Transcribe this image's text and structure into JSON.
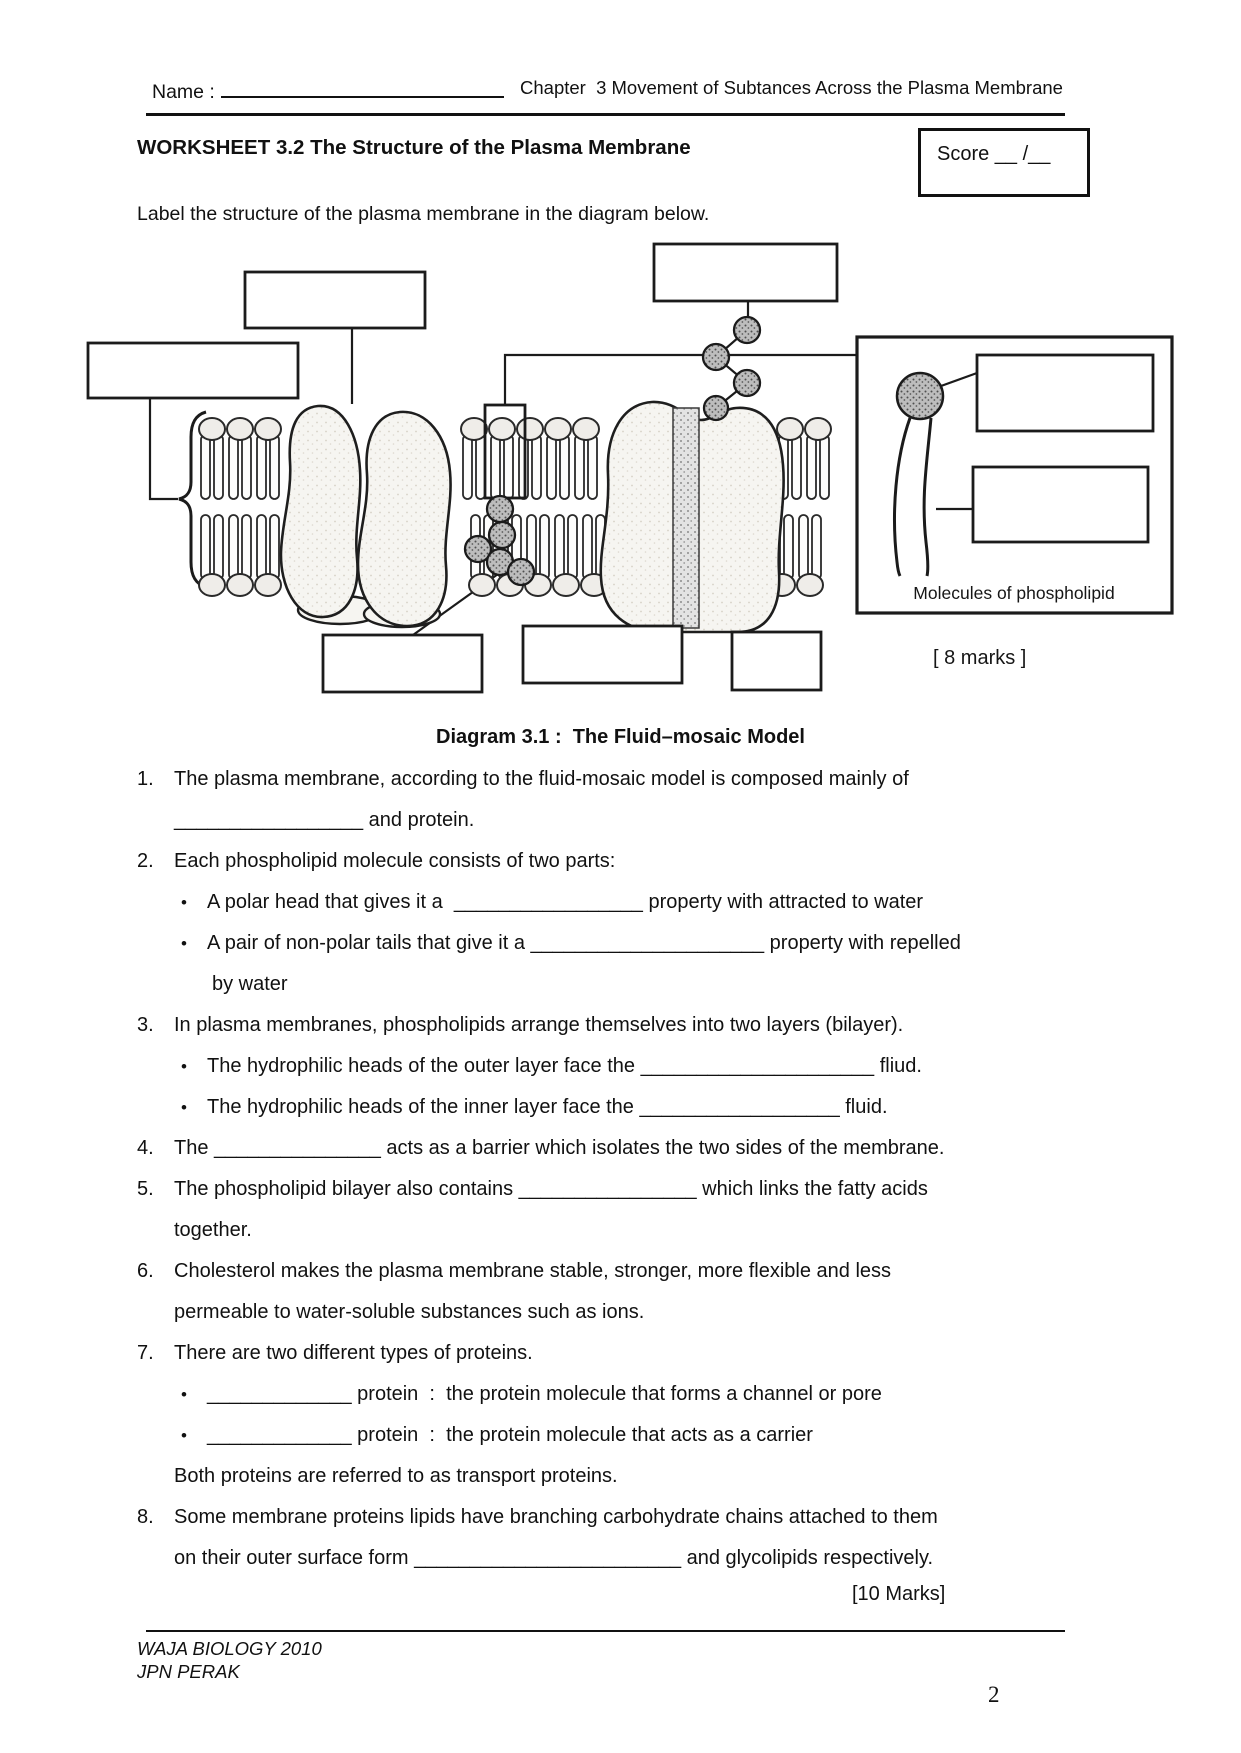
{
  "header": {
    "name_label": "Name :",
    "chapter": "Chapter  3 Movement of Subtances Across the Plasma Membrane"
  },
  "title": "WORKSHEET 3.2 The Structure of the Plasma Membrane",
  "score": {
    "label": "Score __ /__"
  },
  "instruction": "Label the structure of the plasma membrane in the diagram below.",
  "diagram": {
    "caption": "Diagram 3.1 :  The Fluid–mosaic Model",
    "panel_caption": "Molecules of phospholipid",
    "marks": "[ 8 marks ]"
  },
  "lines": [
    {
      "marker": "1.",
      "text": "The plasma membrane, according to the fluid-mosaic model is composed mainly of"
    },
    {
      "marker": "",
      "text": "_________________ and protein."
    },
    {
      "marker": "2.",
      "text": "Each phospholipid molecule consists of two parts:"
    },
    {
      "marker": "•",
      "text": "A polar head that gives it a  _________________ property with attracted to water"
    },
    {
      "marker": "•",
      "text": "A pair of non-polar tails that give it a _____________________ property with repelled"
    },
    {
      "marker": "",
      "text": "by water"
    },
    {
      "marker": "3.",
      "text": "In plasma membranes, phospholipids arrange themselves into two layers (bilayer)."
    },
    {
      "marker": "•",
      "text": "The hydrophilic heads of the outer layer face the _____________________ fliud."
    },
    {
      "marker": "•",
      "text": "The hydrophilic heads of the inner layer face the __________________ fluid."
    },
    {
      "marker": "4.",
      "text": "The _______________ acts as a barrier which isolates the two sides of the membrane."
    },
    {
      "marker": "5.",
      "text": "The phospholipid bilayer also contains ________________ which links the fatty acids"
    },
    {
      "marker": "",
      "text": "together."
    },
    {
      "marker": "6.",
      "text": "Cholesterol makes the plasma membrane stable, stronger, more flexible and less"
    },
    {
      "marker": "",
      "text": "permeable to water-soluble substances such as ions."
    },
    {
      "marker": "7.",
      "text": "There are two different types of proteins."
    },
    {
      "marker": "•",
      "text": "_____________ protein  :  the protein molecule that forms a channel or pore"
    },
    {
      "marker": "•",
      "text": "_____________ protein  :  the protein molecule that acts as a carrier"
    },
    {
      "marker": "",
      "text": "Both proteins are referred to as transport proteins."
    },
    {
      "marker": "8.",
      "text": "Some membrane proteins lipids have branching carbohydrate chains attached to them"
    },
    {
      "marker": "",
      "text": "on their outer surface form ________________________ and glycolipids respectively."
    }
  ],
  "total_marks": "[10 Marks]",
  "footer": {
    "line1": "WAJA BIOLOGY 2010",
    "line2": "JPN PERAK",
    "page": "2"
  }
}
